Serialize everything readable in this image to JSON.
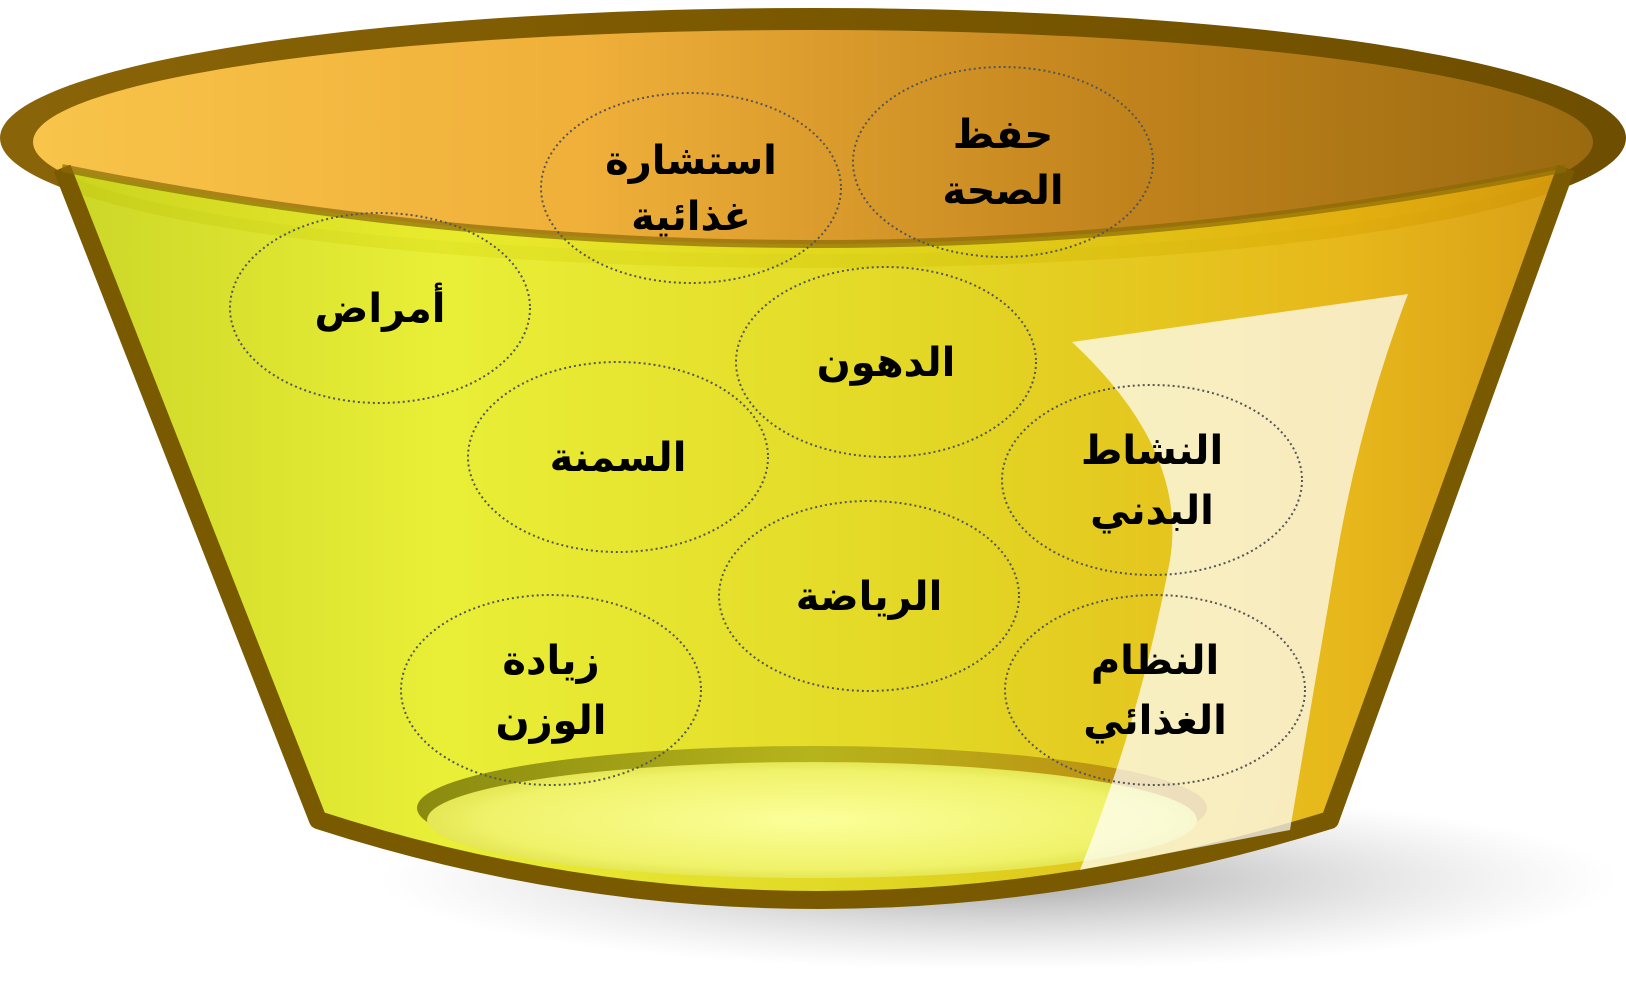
{
  "diagram": {
    "type": "bowl-of-concepts",
    "colors": {
      "bowl_liquid": "#e4e31a",
      "bowl_rim": "#7a5a00",
      "bowl_interior": "#c98a1a",
      "bowl_interior_light": "#f6bf47",
      "bubble_outline": "#555555"
    },
    "bubbles": [
      {
        "id": "health",
        "lines": [
          "حفظ",
          "الصحة"
        ]
      },
      {
        "id": "nutrition-advice",
        "lines": [
          "استشارة",
          "غذائية"
        ]
      },
      {
        "id": "diseases",
        "lines": [
          "أمراض"
        ]
      },
      {
        "id": "fats",
        "lines": [
          "الدهون"
        ]
      },
      {
        "id": "obesity",
        "lines": [
          "السمنة"
        ]
      },
      {
        "id": "physical-activity",
        "lines": [
          "النشاط",
          "البدني"
        ]
      },
      {
        "id": "sport",
        "lines": [
          "الرياضة"
        ]
      },
      {
        "id": "weight-gain",
        "lines": [
          "زيادة",
          "الوزن"
        ]
      },
      {
        "id": "diet",
        "lines": [
          "النظام",
          "الغذائي"
        ]
      }
    ]
  }
}
